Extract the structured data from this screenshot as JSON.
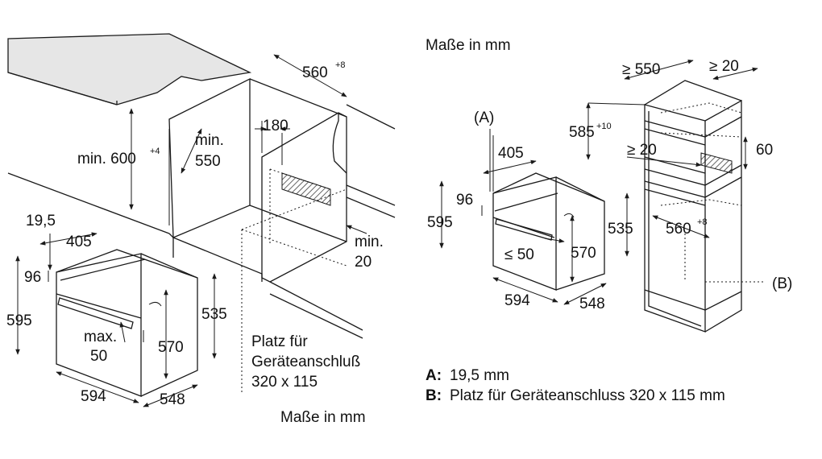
{
  "left": {
    "note": "Maße in mm",
    "dims": {
      "w560": "560",
      "w560_sup": "+8",
      "min600": "min. 600",
      "min600_sup": "+4",
      "min550_a": "min.",
      "min550_b": "550",
      "d180": "180",
      "min20_a": "min.",
      "min20_b": "20",
      "d19_5": "19,5",
      "d405": "405",
      "d96": "96",
      "d595": "595",
      "max50_a": "max.",
      "max50_b": "50",
      "d570": "570",
      "d535": "535",
      "d594": "594",
      "d548": "548"
    },
    "platz": [
      "Platz für",
      "Geräteanschluß",
      "320 x 115"
    ]
  },
  "right": {
    "note": "Maße in mm",
    "dims": {
      "A": "(A)",
      "d405": "405",
      "d96": "96",
      "d595": "595",
      "le50": "≤ 50",
      "d570": "570",
      "d535": "535",
      "d594": "594",
      "d548": "548",
      "d585": "585",
      "d585_sup": "+10",
      "ge550": "≥ 550",
      "ge20_top": "≥ 20",
      "ge20_mid": "≥ 20",
      "d60": "60",
      "d560": "560",
      "d560_sup": "+8",
      "B": "(B)"
    }
  },
  "legend": {
    "a_key": "A:",
    "a_text": "19,5 mm",
    "b_key": "B:",
    "b_text": "Platz für Geräteanschluss 320 x 115 mm"
  }
}
